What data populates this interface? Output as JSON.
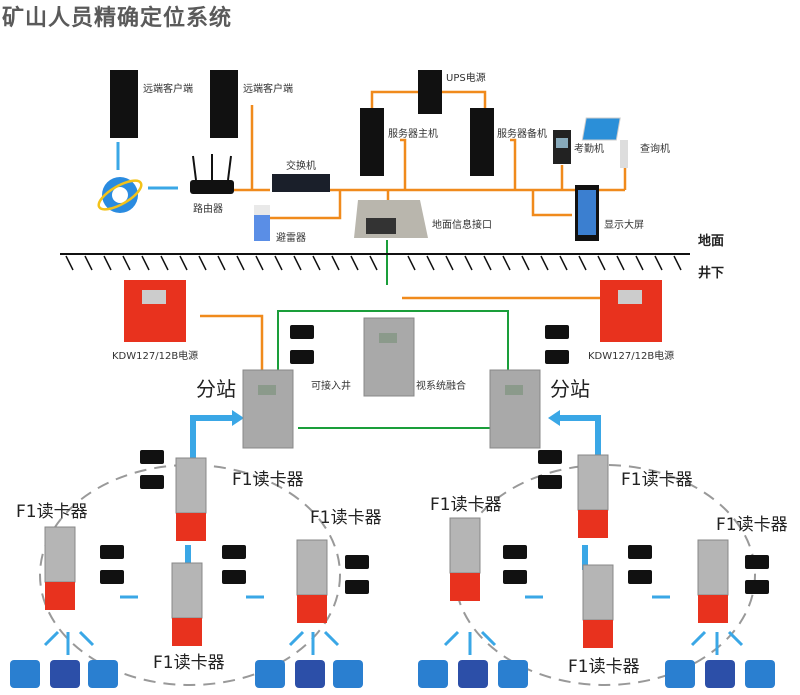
{
  "title": "矿山人员精确定位系统",
  "zones": {
    "surface": "地面",
    "underground": "井下"
  },
  "surface": {
    "remote_client_1": "远端客户端",
    "remote_client_2": "远端客户端",
    "router": "路由器",
    "switch": "交换机",
    "surge_protector": "避雷器",
    "ups": "UPS电源",
    "server_main": "服务器主机",
    "server_backup": "服务器备机",
    "attendance": "考勤机",
    "kiosk": "查询机",
    "display": "显示大屏",
    "interface": "地面信息接口"
  },
  "underground": {
    "power_left": "KDW127/12B电源",
    "power_right": "KDW127/12B电源",
    "substation_left": "分站",
    "substation_right": "分站",
    "fusion_text_a": "可接入井",
    "fusion_text_b": "视系统融合",
    "reader_label": "F1读卡器"
  },
  "colors": {
    "ethernet": "#f08a1c",
    "fiber": "#1a9e3a",
    "wireless": "#3aa7e6",
    "power_box": "#e8321e",
    "title": "#5a5a5a"
  }
}
